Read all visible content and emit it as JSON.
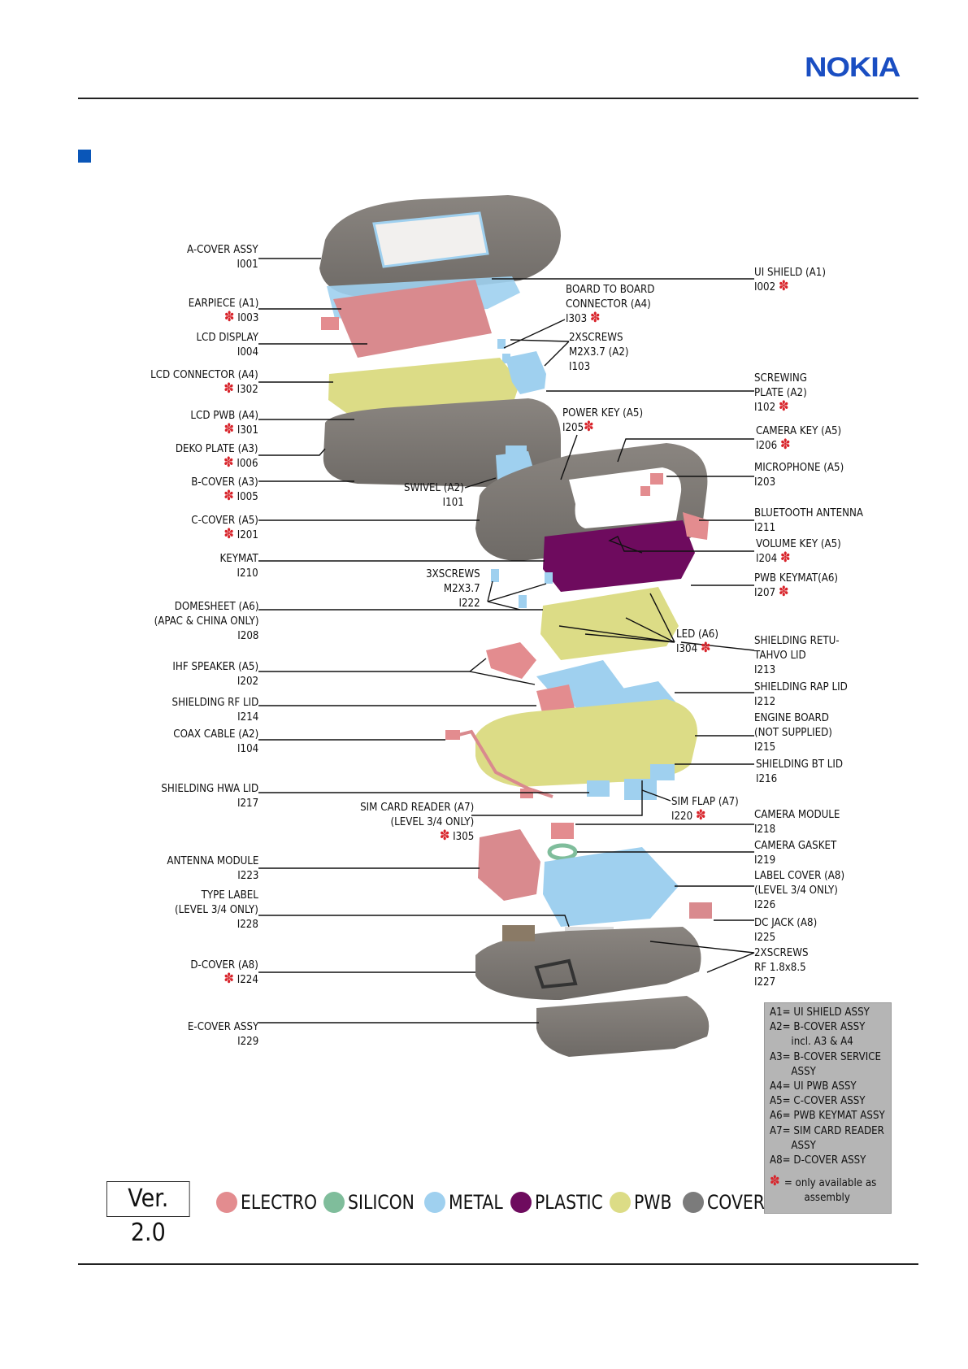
{
  "header": {
    "brand": "NOKIA"
  },
  "colors": {
    "brand": "#1a4ec2",
    "star": "#d8232a",
    "electro": "#e38c8f",
    "silicon": "#7fbd9b",
    "metal": "#9fd0ef",
    "plastic": "#6e0b5e",
    "pwb": "#dcdc86",
    "cover": "#7b7b7b"
  },
  "labels_left": [
    {
      "l1": "A-COVER ASSY",
      "code": "I001"
    },
    {
      "l1": "EARPIECE (A1)",
      "code": "I003",
      "star": "✽"
    },
    {
      "l1": "LCD DISPLAY",
      "code": "I004"
    },
    {
      "l1": "LCD CONNECTOR (A4)",
      "code": "I302",
      "star": "✽"
    },
    {
      "l1": "LCD PWB (A4)",
      "code": "I301",
      "star": "✽"
    },
    {
      "l1": "DEKO PLATE (A3)",
      "code": "I006",
      "star": "✽"
    },
    {
      "l1": "B-COVER (A3)",
      "code": "I005",
      "star": "✽"
    },
    {
      "l1": "C-COVER (A5)",
      "code": "I201",
      "star": "✽"
    },
    {
      "l1": "KEYMAT",
      "code": "I210"
    },
    {
      "l1": "DOMESHEET (A6)",
      "l2": "(APAC & CHINA ONLY)",
      "code": "I208"
    },
    {
      "l1": "IHF SPEAKER (A5)",
      "code": "I202"
    },
    {
      "l1": "SHIELDING RF LID",
      "code": "I214"
    },
    {
      "l1": "COAX CABLE (A2)",
      "code": "I104"
    },
    {
      "l1": "SHIELDING HWA LID",
      "code": "I217"
    },
    {
      "l1": "ANTENNA MODULE",
      "code": "I223"
    },
    {
      "l1": "TYPE LABEL",
      "l2": "(LEVEL 3/4 ONLY)",
      "code": "I228"
    },
    {
      "l1": "D-COVER (A8)",
      "code": "I224",
      "star": "✽"
    },
    {
      "l1": "E-COVER ASSY",
      "code": "I229"
    }
  ],
  "labels_center": [
    {
      "l1": "BOARD TO BOARD",
      "l2": "CONNECTOR (A4)",
      "code": "I303",
      "star": "✽"
    },
    {
      "l1": "2XSCREWS",
      "l2": "M2X3.7 (A2)",
      "code": "I103"
    },
    {
      "l1": "POWER KEY (A5)",
      "code": "I205",
      "star": "✽"
    },
    {
      "l1": "SWIVEL (A2)",
      "code": "I101"
    },
    {
      "l1": "3XSCREWS",
      "l2": "M2X3.7",
      "code": "I222"
    },
    {
      "l1": "LED (A6)",
      "code": "I304",
      "star": "✽"
    },
    {
      "l1": "SIM CARD READER (A7)",
      "l2": "(LEVEL 3/4 ONLY)",
      "code": "I305",
      "star": "✽"
    },
    {
      "l1": "SIM FLAP (A7)",
      "code": "I220",
      "star": "✽"
    }
  ],
  "labels_right": [
    {
      "l1": "UI SHIELD (A1)",
      "code": "I002",
      "star": "✽"
    },
    {
      "l1": "SCREWING",
      "l2": "PLATE (A2)",
      "code": "I102",
      "star": "✽"
    },
    {
      "l1": "CAMERA KEY (A5)",
      "code": "I206",
      "star": "✽"
    },
    {
      "l1": "MICROPHONE (A5)",
      "code": "I203"
    },
    {
      "l1": "BLUETOOTH ANTENNA",
      "code": "I211"
    },
    {
      "l1": "VOLUME KEY (A5)",
      "code": "I204",
      "star": "✽"
    },
    {
      "l1": "PWB KEYMAT(A6)",
      "code": "I207",
      "star": "✽"
    },
    {
      "l1": "SHIELDING RETU-",
      "l2": "TAHVO LID",
      "code": "I213"
    },
    {
      "l1": "SHIELDING RAP LID",
      "code": "I212"
    },
    {
      "l1": "ENGINE BOARD",
      "l2": "(NOT SUPPLIED)",
      "code": "I215"
    },
    {
      "l1": "SHIELDING BT LID",
      "code": "I216"
    },
    {
      "l1": "CAMERA MODULE",
      "code": "I218"
    },
    {
      "l1": "CAMERA GASKET",
      "code": "I219"
    },
    {
      "l1": "LABEL COVER (A8)",
      "l2": "(LEVEL 3/4 ONLY)",
      "code": "I226"
    },
    {
      "l1": "DC JACK (A8)",
      "code": "I225"
    },
    {
      "l1": "2XSCREWS",
      "l2": "RF 1.8x8.5",
      "code": "I227"
    }
  ],
  "assembly_key": {
    "lines": [
      "A1= UI SHIELD ASSY",
      "A2= B-COVER ASSY",
      "incl. A3 & A4",
      "A3= B-COVER SERVICE",
      "ASSY",
      "A4= UI PWB ASSY",
      "A5= C-COVER ASSY",
      "A6= PWB KEYMAT ASSY",
      "A7= SIM CARD READER",
      "ASSY",
      "A8= D-COVER ASSY"
    ],
    "note_star": "✽",
    "note_l1": "= only available as",
    "note_l2": "assembly"
  },
  "footer": {
    "version": "Ver. 2.0",
    "legend": [
      {
        "label": "ELECTRO",
        "color": "#e38c8f"
      },
      {
        "label": "SILICON",
        "color": "#7fbd9b"
      },
      {
        "label": "METAL",
        "color": "#9fd0ef"
      },
      {
        "label": "PLASTIC",
        "color": "#6e0b5e"
      },
      {
        "label": "PWB",
        "color": "#dcdc86"
      },
      {
        "label": "COVER",
        "color": "#7b7b7b"
      }
    ]
  }
}
